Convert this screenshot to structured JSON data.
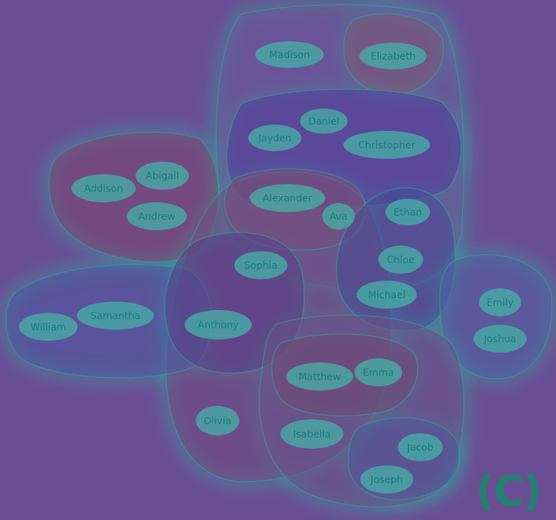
{
  "corner_label": "(C)",
  "colors": {
    "background": "#6a4e94",
    "halo": "#33a59e",
    "node_fill": "#46aea8",
    "node_text": "#167e7c",
    "label_mark": "#22806f"
  },
  "groups": [
    {
      "id": "top-column",
      "tint": "#6a5a9a"
    },
    {
      "id": "elizabeth-group",
      "tint": "#7a5b72"
    },
    {
      "id": "jayden-group",
      "tint": "#4e3e99"
    },
    {
      "id": "addison-group",
      "tint": "#7b456f"
    },
    {
      "id": "center-column",
      "tint": "#714b80"
    },
    {
      "id": "alexander-group",
      "tint": "#74507a"
    },
    {
      "id": "ethan-group",
      "tint": "#464b94"
    },
    {
      "id": "emily-group",
      "tint": "#4f60a2"
    },
    {
      "id": "william-group",
      "tint": "#4a5aa0"
    },
    {
      "id": "sophia-group",
      "tint": "#583f87"
    },
    {
      "id": "bottom-column",
      "tint": "#6a5288"
    },
    {
      "id": "matthew-group",
      "tint": "#6c4a72"
    },
    {
      "id": "jacob-group",
      "tint": "#4e5896"
    }
  ],
  "nodes": [
    {
      "id": "madison",
      "label": "Madison"
    },
    {
      "id": "elizabeth",
      "label": "Elizabeth"
    },
    {
      "id": "daniel",
      "label": "Daniel"
    },
    {
      "id": "jayden",
      "label": "Jayden"
    },
    {
      "id": "christopher",
      "label": "Christopher"
    },
    {
      "id": "abigail",
      "label": "Abigail"
    },
    {
      "id": "addison",
      "label": "Addison"
    },
    {
      "id": "andrew",
      "label": "Andrew"
    },
    {
      "id": "alexander",
      "label": "Alexander"
    },
    {
      "id": "ava",
      "label": "Ava"
    },
    {
      "id": "ethan",
      "label": "Ethan"
    },
    {
      "id": "sophia",
      "label": "Sophia"
    },
    {
      "id": "chloe",
      "label": "Chloe"
    },
    {
      "id": "michael",
      "label": "Michael"
    },
    {
      "id": "emily",
      "label": "Emily"
    },
    {
      "id": "samantha",
      "label": "Samantha"
    },
    {
      "id": "william",
      "label": "William"
    },
    {
      "id": "anthony",
      "label": "Anthony"
    },
    {
      "id": "joshua",
      "label": "Joshua"
    },
    {
      "id": "matthew",
      "label": "Matthew"
    },
    {
      "id": "emma",
      "label": "Emma"
    },
    {
      "id": "olivia",
      "label": "Olivia"
    },
    {
      "id": "isabella",
      "label": "Isabella"
    },
    {
      "id": "jacob",
      "label": "Jacob"
    },
    {
      "id": "joseph",
      "label": "Joseph"
    }
  ]
}
